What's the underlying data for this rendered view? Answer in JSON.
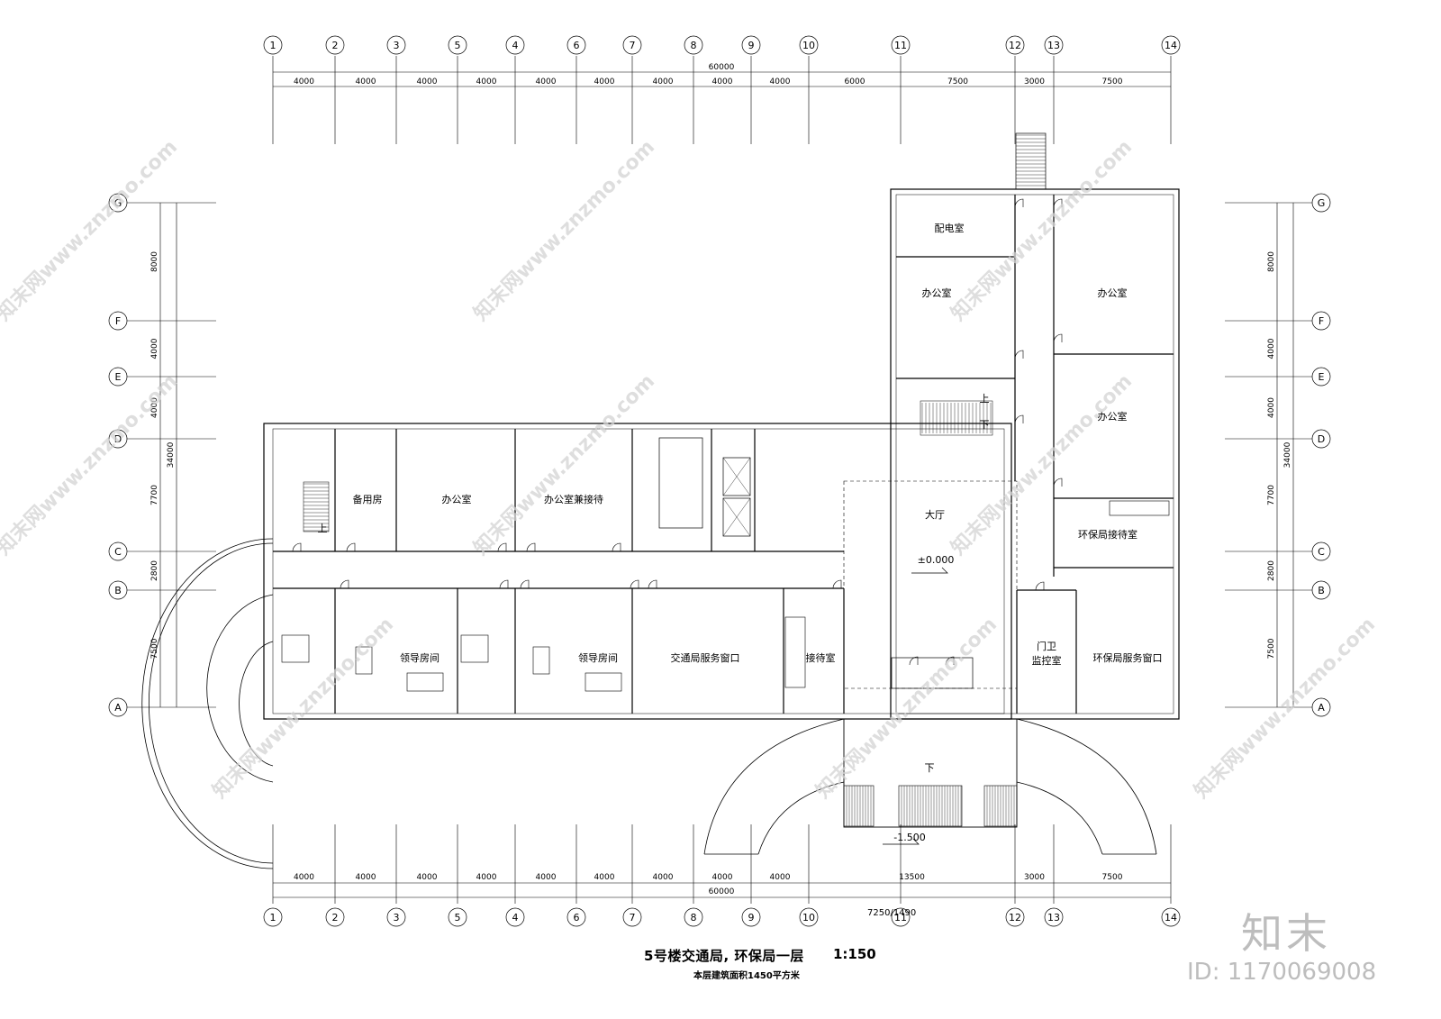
{
  "drawing": {
    "title": "5号楼交通局, 环保局一层",
    "scale": "1:150",
    "subtitle": "本层建筑面积1450平方米",
    "ratio_note": "7250/1490"
  },
  "grid_axes": {
    "columns": [
      "1",
      "2",
      "3",
      "5",
      "4",
      "6",
      "7",
      "8",
      "9",
      "10",
      "11",
      "12",
      "13",
      "14"
    ],
    "rows": [
      "G",
      "F",
      "E",
      "D",
      "C",
      "B",
      "A"
    ]
  },
  "dimensions": {
    "top_segments": [
      "4000",
      "4000",
      "4000",
      "4000",
      "4000",
      "4000",
      "4000",
      "4000",
      "4000",
      "6000",
      "7500",
      "3000",
      "7500"
    ],
    "top_total": "60000",
    "bottom_segments": [
      "4000",
      "4000",
      "4000",
      "4000",
      "4000",
      "4000",
      "4000",
      "4000",
      "4000",
      "13500",
      "3000",
      "7500"
    ],
    "bottom_total": "60000",
    "left_segments": [
      "8000",
      "4000",
      "4000",
      "7700",
      "2800",
      "7500"
    ],
    "left_total": "34000",
    "right_segments": [
      "8000",
      "4000",
      "4000",
      "7700",
      "2800",
      "7500"
    ],
    "right_total": "34000"
  },
  "rooms": {
    "distribution": "配电室",
    "office_ne1": "办公室",
    "office_ne2": "办公室",
    "office_ne3": "办公室",
    "spare": "备用房",
    "office_w": "办公室",
    "office_reception": "办公室兼接待",
    "hall": "大厅",
    "hall_level": "±0.000",
    "env_reception": "环保局接待室",
    "leader1": "领导房间",
    "leader2": "领导房间",
    "transport_window": "交通局服务窗口",
    "reception": "接待室",
    "guard_line1": "门卫",
    "guard_line2": "监控室",
    "env_window": "环保局服务窗口",
    "stair_up1": "上",
    "stair_up2": "上",
    "stair_down1": "下",
    "entrance_down": "下",
    "entrance_level": "-1.500"
  },
  "watermark": {
    "text": "知末网www.znzmo.com",
    "logo": "知末",
    "id": "ID: 1170069008"
  }
}
